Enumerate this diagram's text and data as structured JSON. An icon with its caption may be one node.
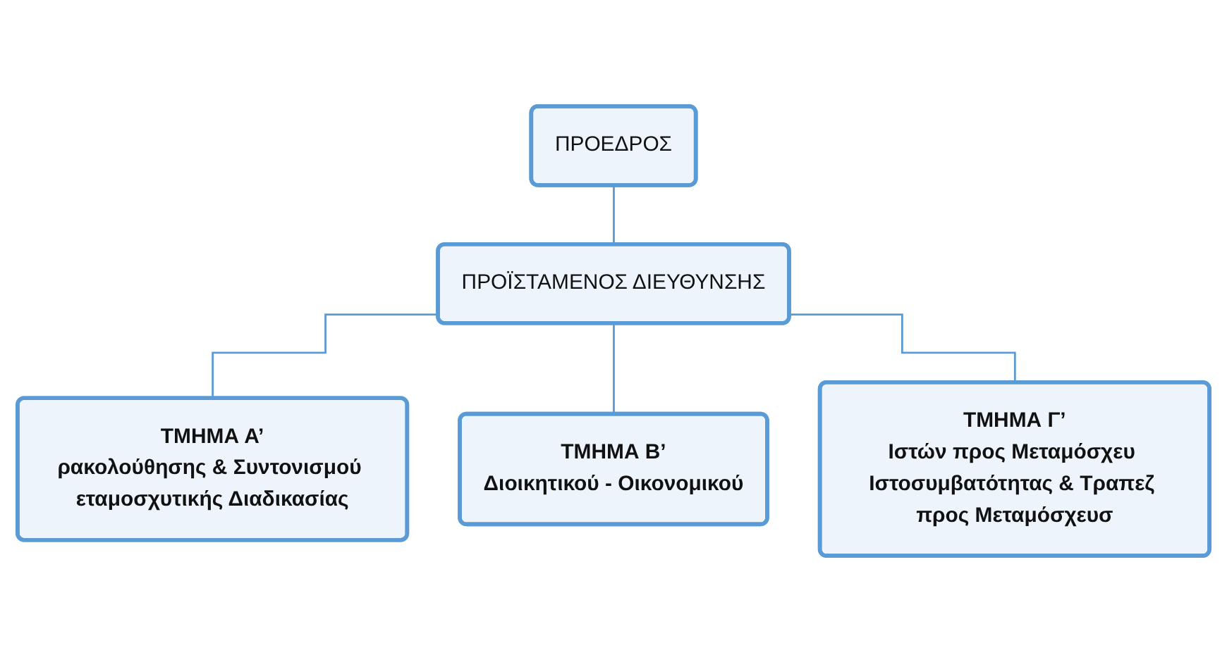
{
  "diagram": {
    "nodes": [
      {
        "text": [
          "ΠΡΟΕΔΡΟΣ"
        ]
      },
      {
        "text": [
          "ΠΡΟΪΣΤΑΜΕΝΟΣ ΔΙΕΥΘΥΝΣΗΣ"
        ]
      },
      {
        "text": [
          "ΤΜΗΜΑ Α’",
          "ρακολούθησης & Συντονισμού εταμοσχυτικής Διαδικασίας"
        ]
      },
      {
        "text": [
          "ΤΜΗΜΑ Β’",
          "Διοικητικού - Οικονομικού"
        ]
      },
      {
        "text": [
          "ΤΜΗΜΑ Γ’",
          "Ιστών προς Μεταμόσχευ Ιστοσυμβατότητας & Τραπεζ προς Μεταμόσχευσ"
        ]
      }
    ],
    "edges": [
      {
        "from": 0,
        "to": 1,
        "arrow": "none"
      },
      {
        "from": 1,
        "to": 2,
        "arrow": "none"
      },
      {
        "from": 1,
        "to": 3,
        "arrow": "none"
      },
      {
        "from": 1,
        "to": 4,
        "arrow": "none"
      }
    ]
  }
}
